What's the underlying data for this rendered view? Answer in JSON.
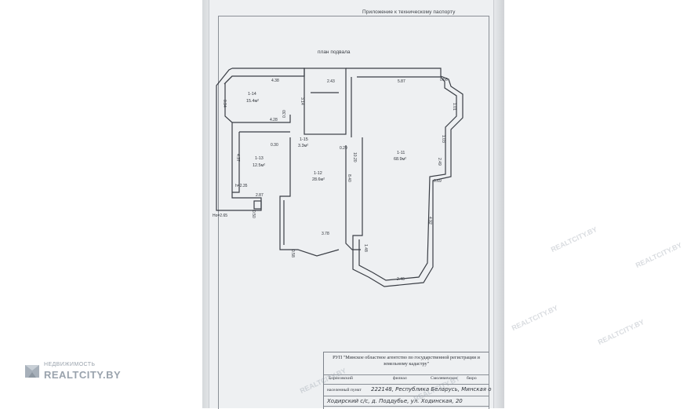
{
  "header": {
    "text": "Приложение к техническому паспорту"
  },
  "plan": {
    "title": "план подвала",
    "rooms": [
      {
        "id": "1-14",
        "area": "15.4м²"
      },
      {
        "id": "1-15",
        "area": "3.3м²"
      },
      {
        "id": "1-13",
        "area": "12.5м²"
      },
      {
        "id": "1-12",
        "area": "28.6м²"
      },
      {
        "id": "1-11",
        "area": "68.9м²"
      }
    ],
    "dimensions": {
      "d438": "4.38",
      "d243": "2.43",
      "d587": "5.87",
      "d094": "0.94",
      "d314": "3.14",
      "d428": "4.28",
      "d030a": "0.30",
      "d030b": "0.30",
      "d029": "0.29",
      "d437": "4.37",
      "d1020": "10.20",
      "d840": "8.40",
      "d287": "2.87",
      "d050": "0.50",
      "d378": "3.78",
      "d058": "0.58",
      "d148": "1.48",
      "d246": "2.46",
      "d492": "4.92",
      "d069": "0.69",
      "d249": "2.49",
      "d103": "1.03",
      "d101": "1.01",
      "d056": "0.56"
    },
    "heights": {
      "h": "h=2.35",
      "ho": "Ho=2.65"
    }
  },
  "stamp": {
    "org": "РУП \"Минское областное агентство по государственной регистрации и земельному кадастру\"",
    "branch_label": "Борисовский",
    "filial_label": "филиал",
    "bureau_name": "Смолевичское",
    "bureau_label": "бюро",
    "place_label": "населенный пункт",
    "address1": "222148, Республика Беларусь, Минская о",
    "address2": "Ходирский с/с, д. Поддубье, ул. Ходинская, 20"
  },
  "watermarks": [
    "REALTCITY.BY",
    "REALTCITY.BY",
    "REALTCITY.BY",
    "REALTCITY.BY",
    "REALTCITY.BY",
    "REALTCITY.BY"
  ],
  "logo": {
    "sub": "НЕДВИЖИМОСТЬ",
    "name": "REALTCITY.BY"
  }
}
